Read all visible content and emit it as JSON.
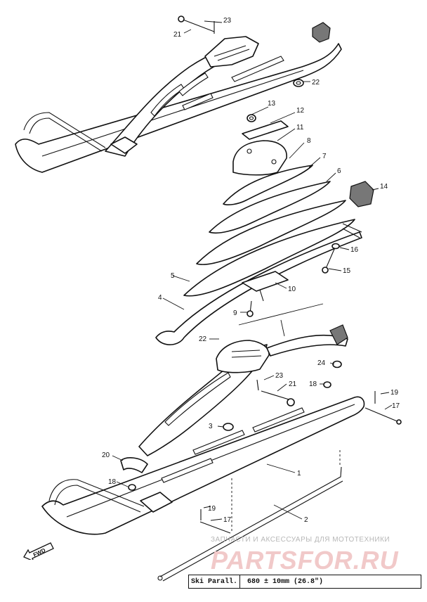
{
  "callouts": {
    "c1": "1",
    "c2": "2",
    "c3": "3",
    "c4": "4",
    "c5": "5",
    "c6": "6",
    "c7": "7",
    "c8": "8",
    "c9": "9",
    "c10": "10",
    "c11": "11",
    "c12": "12",
    "c13": "13",
    "c14": "14",
    "c15": "15",
    "c16": "16",
    "c17a": "17",
    "c17b": "17",
    "c18a": "18",
    "c18b": "18",
    "c19a": "19",
    "c19b": "19",
    "c20": "20",
    "c21a": "21",
    "c21b": "21",
    "c22a": "22",
    "c22b": "22",
    "c23a": "23",
    "c23b": "23",
    "c24": "24"
  },
  "fwd_label": "FWD",
  "spec_table": {
    "label": "Ski Parall.",
    "value": "680 ± 10mm (26.8\")"
  },
  "watermark": {
    "line1": "ЗАПЧАСТИ И АКСЕССУАРЫ ДЛЯ МОТОТЕХНИКИ",
    "line2": "PARTSFOR.RU"
  }
}
